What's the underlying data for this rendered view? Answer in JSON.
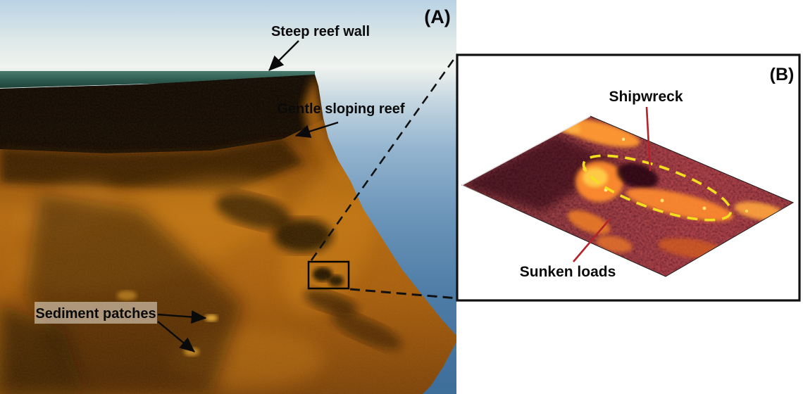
{
  "figure": {
    "panel_a": {
      "tag": "(A)",
      "labels": {
        "steep_reef_wall": "Steep reef wall",
        "gentle_sloping_reef": "Gentle sloping reef",
        "sediment_patches": "Sediment patches"
      }
    },
    "panel_b": {
      "tag": "(B)",
      "labels": {
        "shipwreck": "Shipwreck",
        "sunken_loads": "Sunken loads"
      }
    },
    "colors": {
      "annotation_text": "#0a0a0a",
      "pointer_red": "#b5232a",
      "wreck_outline_yellow": "#f2df1f",
      "sea_surface_teal": "#35655a",
      "terrain_orange": "#b46a12",
      "inset_maroon": "#55101c",
      "deep_water_blue": "#3d6d99"
    }
  }
}
